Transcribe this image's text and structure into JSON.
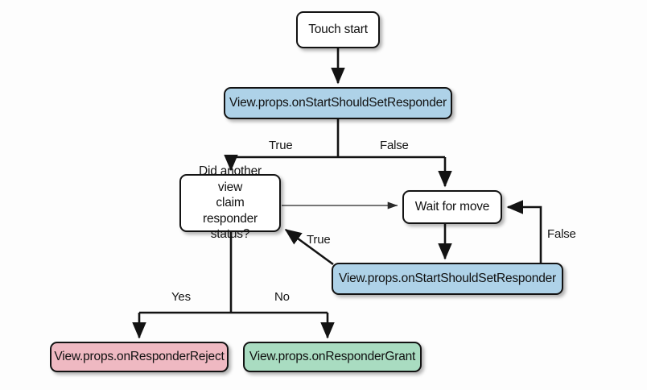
{
  "diagram": {
    "title": "React Native touch responder negotiation flow",
    "background": "#fdfdfd",
    "colors": {
      "blue": "#aed2e8",
      "pink": "#efb9c2",
      "green": "#a9dcc1",
      "stroke": "#131313",
      "text": "#111111"
    },
    "nodes": {
      "touch_start": {
        "text": "Touch start",
        "shape": "rounded-rect",
        "fill": "#ffffff"
      },
      "start_should_set_responder_1": {
        "text": "View.props.onStartShouldSetResponder",
        "shape": "rounded-rect",
        "fill": "#aed2e8"
      },
      "decision_claim_responder": {
        "shape": "rounded-rect",
        "fill": "#ffffff",
        "line1": "Did another view",
        "line2": "claim responder",
        "line3": "status?"
      },
      "wait_for_move": {
        "text": "Wait for move",
        "shape": "rounded-rect",
        "fill": "#ffffff"
      },
      "start_should_set_responder_2": {
        "text": "View.props.onStartShouldSetResponder",
        "shape": "rounded-rect",
        "fill": "#aed2e8"
      },
      "responder_reject": {
        "text": "View.props.onResponderReject",
        "shape": "rounded-rect",
        "fill": "#efb9c2"
      },
      "responder_grant": {
        "text": "View.props.onResponderGrant",
        "shape": "rounded-rect",
        "fill": "#a9dcc1"
      }
    },
    "edge_labels": {
      "true_top": "True",
      "false_top": "False",
      "true_loop": "True",
      "false_loop": "False",
      "yes": "Yes",
      "no": "No"
    }
  }
}
